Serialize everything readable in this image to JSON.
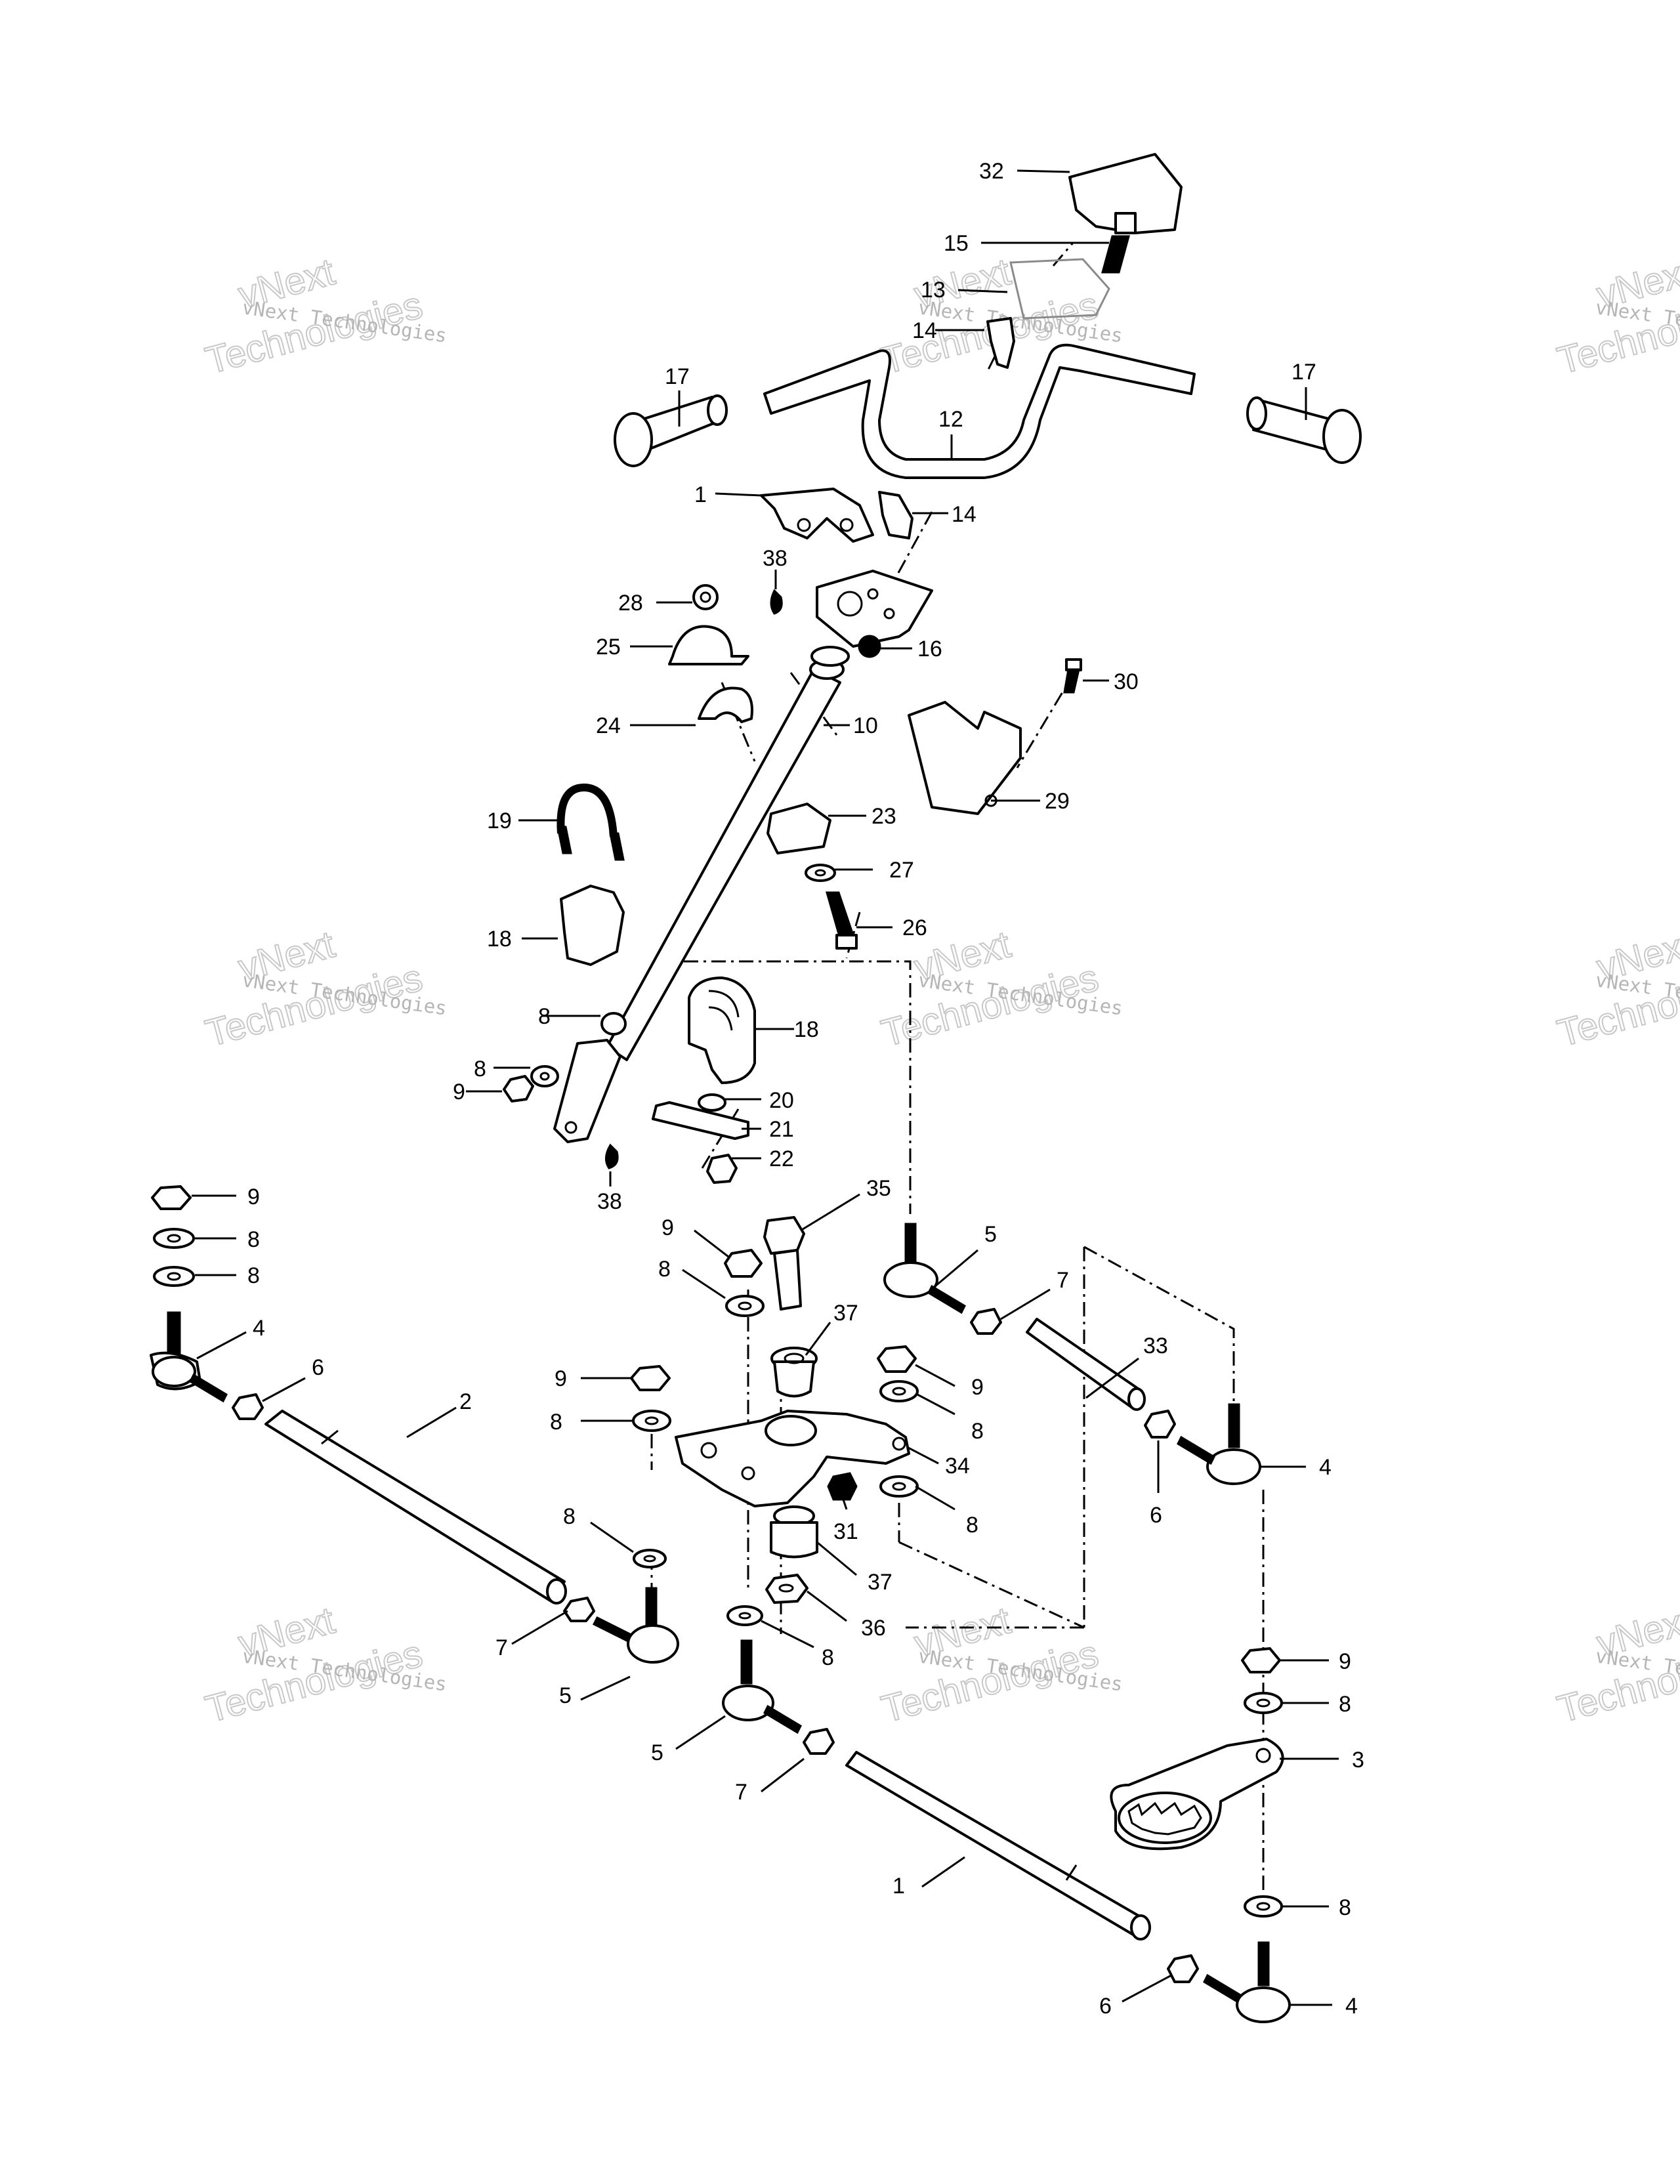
{
  "watermark": {
    "brand_line1": "vNext",
    "brand_line2": "Technologies",
    "caption": "vNext Technologies"
  },
  "callouts": {
    "c32": "32",
    "c15": "15",
    "c13": "13",
    "c14a": "14",
    "c17a": "17",
    "c17b": "17",
    "c12": "12",
    "c1a": "1",
    "c14b": "14",
    "c38a": "38",
    "c28": "28",
    "c16": "16",
    "c25": "25",
    "c30": "30",
    "c24": "24",
    "c10": "10",
    "c29": "29",
    "c19": "19",
    "c23": "23",
    "c27": "27",
    "c18a": "18",
    "c26": "26",
    "c8a": "8",
    "c18b": "18",
    "c8b": "8",
    "c9a": "9",
    "c20": "20",
    "c21": "21",
    "c22": "22",
    "c38b": "38",
    "c9b": "9",
    "c8c": "8",
    "c8d": "8",
    "c4a": "4",
    "c6a": "6",
    "c35": "35",
    "c9c": "9",
    "c8e": "8",
    "c5a": "5",
    "c7a": "7",
    "c37a": "37",
    "c33": "33",
    "c9d": "9",
    "c8f": "8",
    "c9e": "9",
    "c8g": "8",
    "c34": "34",
    "c4b": "4",
    "c2": "2",
    "c31": "31",
    "c6b": "6",
    "c8h": "8",
    "c8i": "8",
    "c37b": "37",
    "c7b": "7",
    "c36": "36",
    "c5b": "5",
    "c8j": "8",
    "c9f": "9",
    "c8k": "8",
    "c3": "3",
    "c5c": "5",
    "c7c": "7",
    "c1b": "1",
    "c8l": "8",
    "c6c": "6",
    "c4c": "4"
  }
}
